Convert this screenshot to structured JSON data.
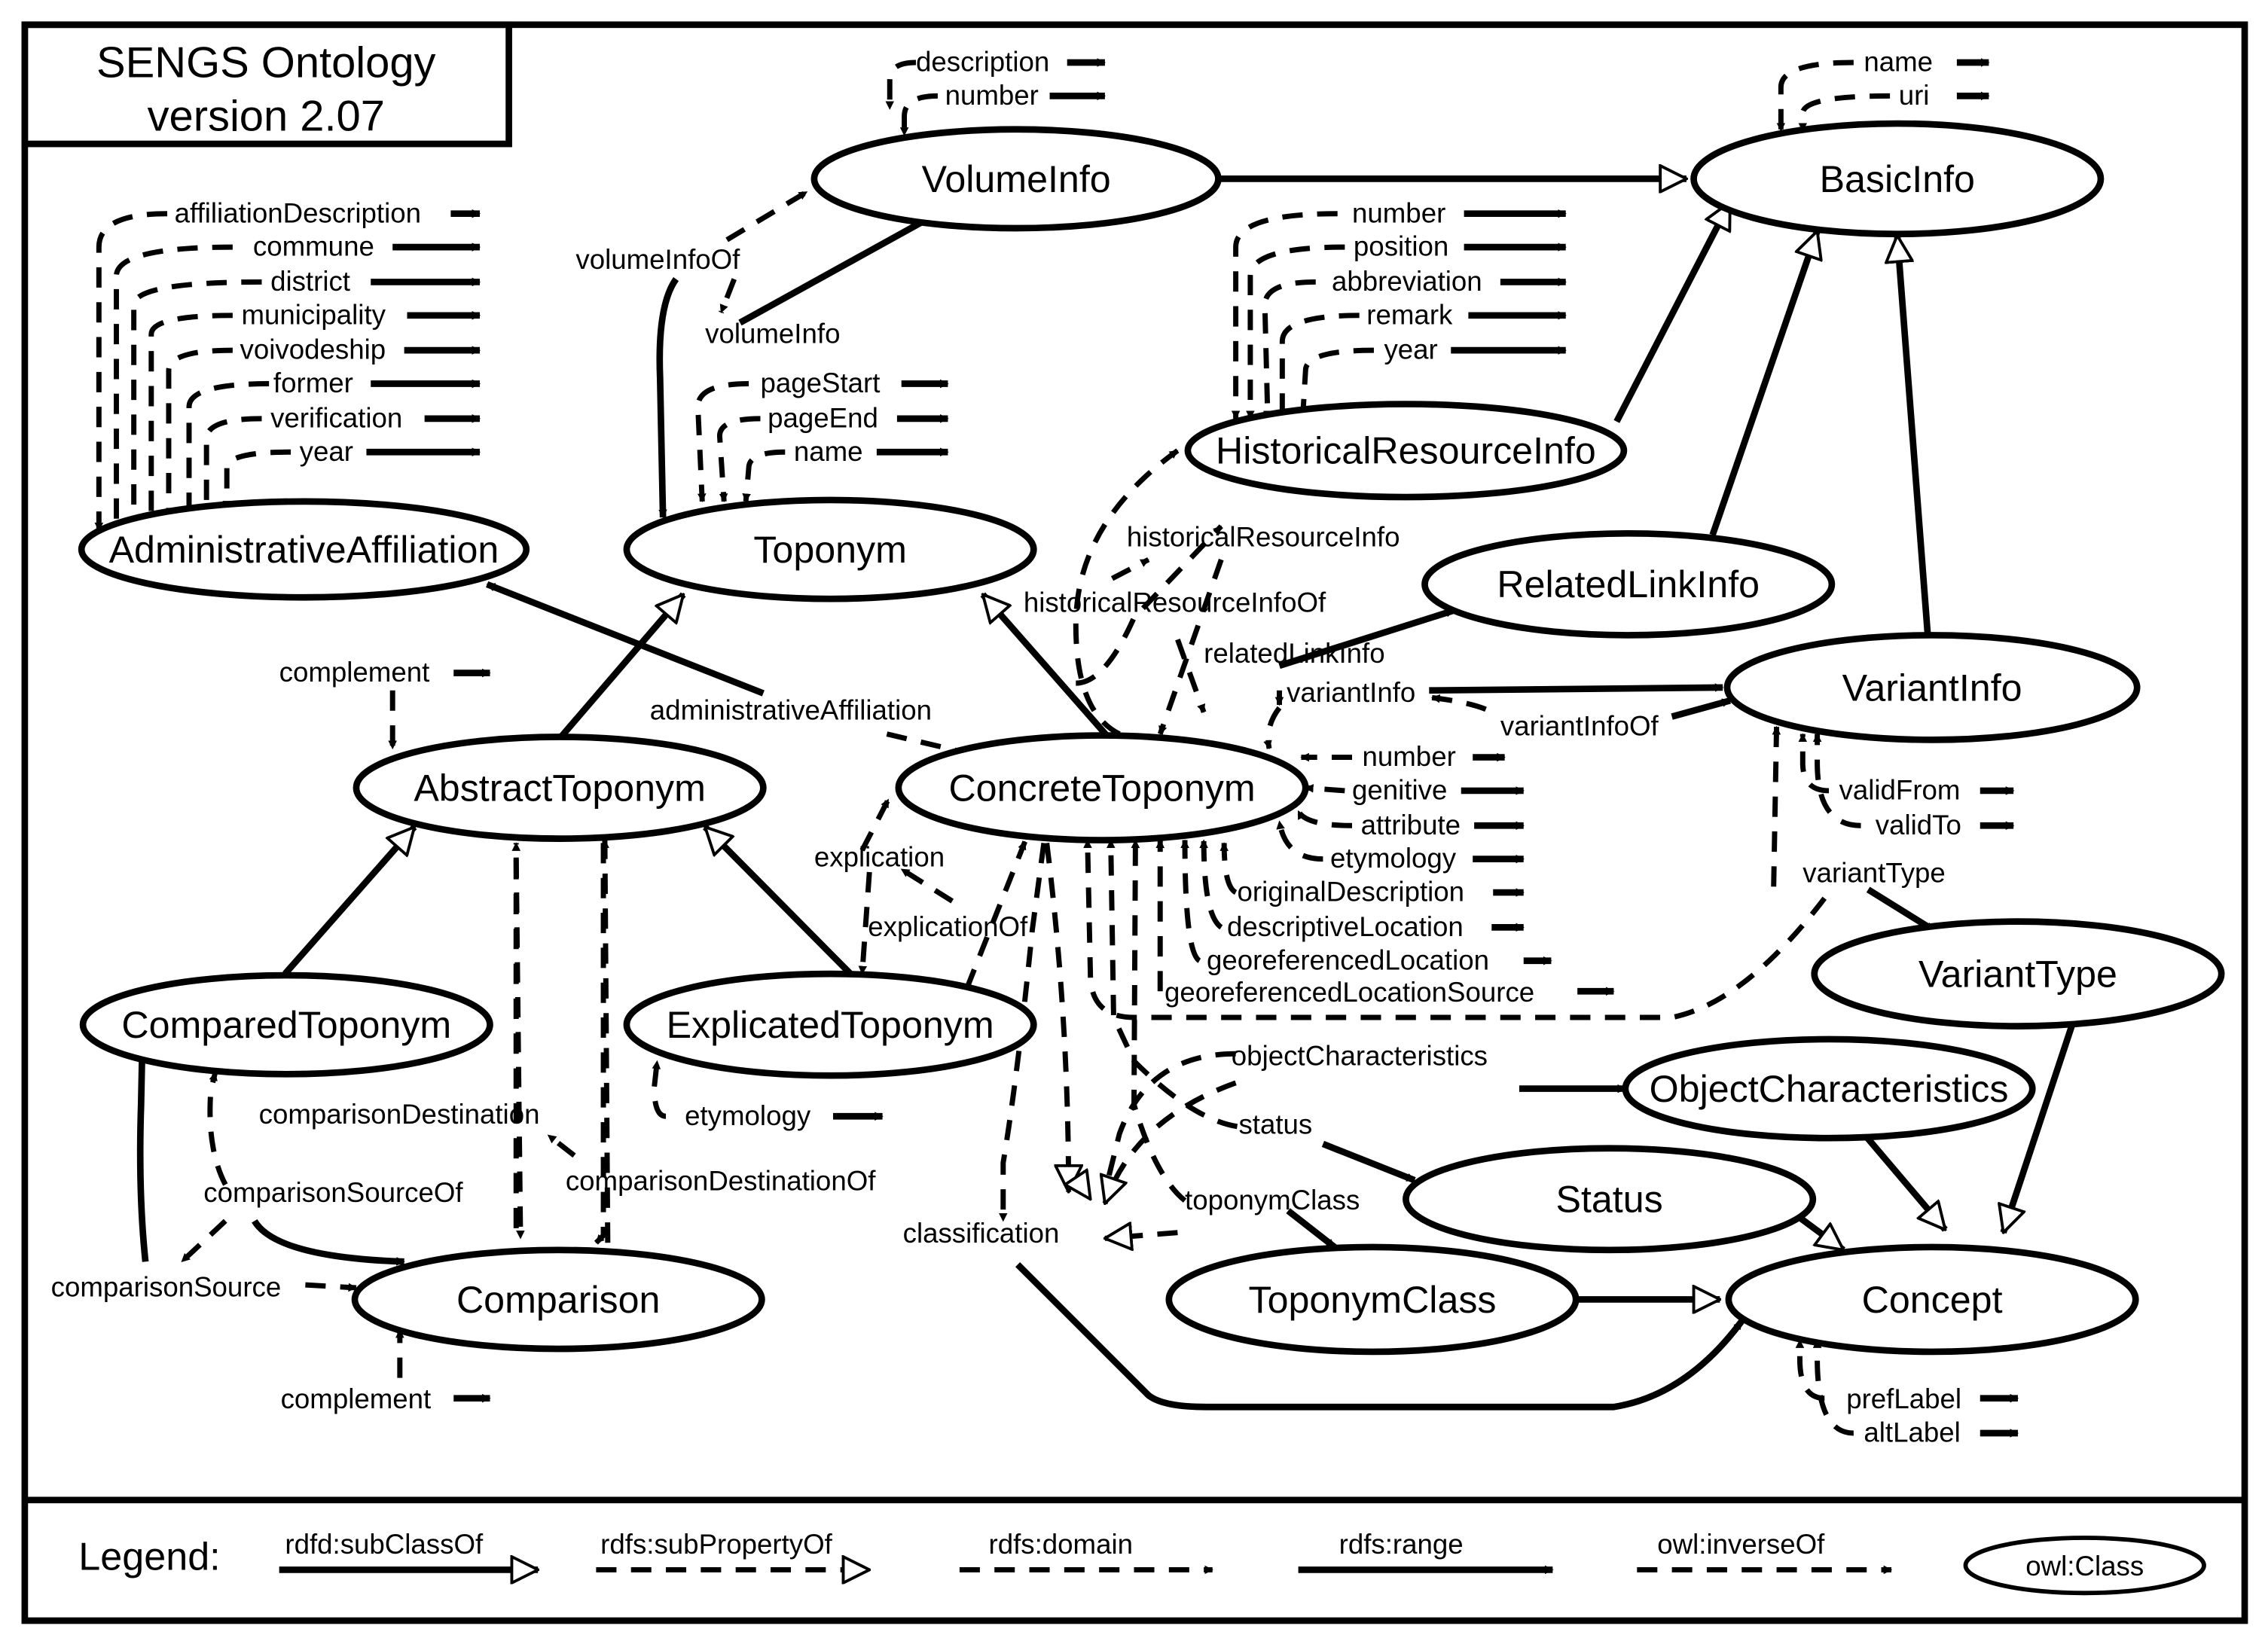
{
  "title": {
    "line1": "SENGS Ontology",
    "line2": "version 2.07"
  },
  "classes": {
    "volume_info": "VolumeInfo",
    "basic_info": "BasicInfo",
    "historical_resource_info": "HistoricalResourceInfo",
    "administrative_affiliation": "AdministrativeAffiliation",
    "toponym": "Toponym",
    "related_link_info": "RelatedLinkInfo",
    "variant_info": "VariantInfo",
    "abstract_toponym": "AbstractToponym",
    "concrete_toponym": "ConcreteToponym",
    "variant_type": "VariantType",
    "compared_toponym": "ComparedToponym",
    "explicated_toponym": "ExplicatedToponym",
    "object_characteristics": "ObjectCharacteristics",
    "status": "Status",
    "comparison": "Comparison",
    "toponym_class": "ToponymClass",
    "concept": "Concept"
  },
  "properties": {
    "volume_info_props": [
      "description",
      "number"
    ],
    "basic_info_props": [
      "name",
      "uri"
    ],
    "affiliation_props": [
      "affiliationDescription",
      "commune",
      "district",
      "municipality",
      "voivodeship",
      "former",
      "verification",
      "year"
    ],
    "historical_props": [
      "number",
      "position",
      "abbreviation",
      "remark",
      "year"
    ],
    "toponym_props": [
      "pageStart",
      "pageEnd",
      "name"
    ],
    "concrete_props": [
      "number",
      "genitive",
      "attribute",
      "etymology",
      "originalDescription",
      "descriptiveLocation",
      "georeferencedLocation",
      "georeferencedLocationSource"
    ],
    "variant_props": [
      "validFrom",
      "validTo"
    ],
    "concept_props": [
      "prefLabel",
      "altLabel"
    ],
    "volume_info_of": "volumeInfoOf",
    "volume_info": "volumeInfo",
    "historical_resource_info": "historicalResourceInfo",
    "historical_resource_info_of": "historicalResourceInfoOf",
    "related_link_info": "relatedLinkInfo",
    "variant_info": "variantInfo",
    "variant_info_of": "variantInfoOf",
    "complement_top": "complement",
    "administrative_affiliation": "administrativeAffiliation",
    "explication": "explication",
    "explication_of": "explicationOf",
    "variant_type": "variantType",
    "object_characteristics": "objectCharacteristics",
    "status": "status",
    "toponym_class": "toponymClass",
    "classification": "classification",
    "etymology": "etymology",
    "comparison_destination": "comparisonDestination",
    "comparison_destination_of": "comparisonDestinationOf",
    "comparison_source_of": "comparisonSourceOf",
    "comparison_source": "comparisonSource",
    "complement_bottom": "complement"
  },
  "legend": {
    "label": "Legend:",
    "sub_class_of": "rdfd:subClassOf",
    "sub_property_of": "rdfs:subPropertyOf",
    "domain": "rdfs:domain",
    "range": "rdfs:range",
    "inverse_of": "owl:inverseOf",
    "class": "owl:Class"
  }
}
